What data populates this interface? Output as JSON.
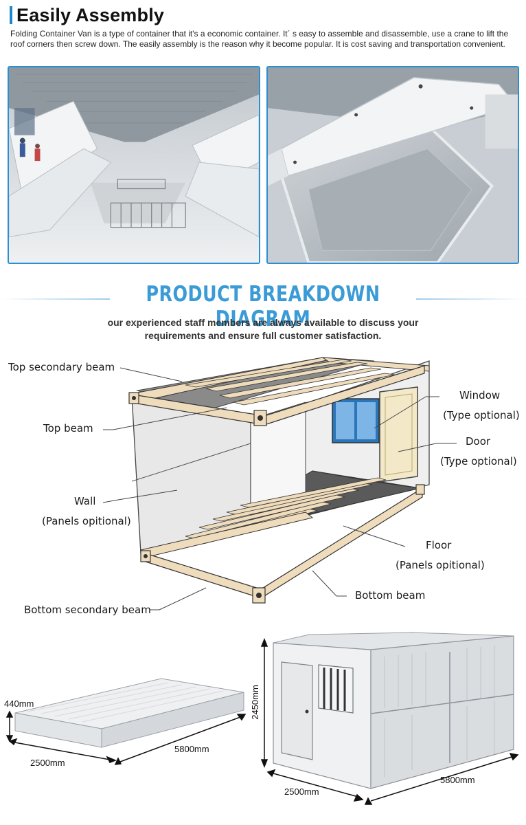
{
  "section1": {
    "title": "Easily Assembly",
    "description": "Folding Container Van is a type of container that it's a economic container. It´ s easy to assemble and disassemble, use a crane to lift the roof corners then screw down. The easily assembly is the reason why it become popular. It is cost saving and transportation convenient."
  },
  "section2": {
    "title": "PRODUCT BREAKDOWN DIAGRAM",
    "subtitle_line1": "our experienced staff members are always available to discuss your",
    "subtitle_line2": "requirements and ensure full customer satisfaction.",
    "labels": {
      "top_secondary_beam": "Top secondary beam",
      "top_beam": "Top beam",
      "wall": "Wall",
      "wall_note": "(Panels opitional)",
      "window": "Window",
      "window_note": "(Type optional)",
      "door": "Door",
      "door_note": "(Type optional)",
      "floor": "Floor",
      "floor_note": "(Panels opitional)",
      "bottom_beam": "Bottom beam",
      "bottom_secondary_beam": "Bottom secondary beam"
    }
  },
  "section3": {
    "folded": {
      "height": "440mm",
      "width": "2500mm",
      "length": "5800mm"
    },
    "assembled": {
      "height": "2450mm",
      "width": "2500mm",
      "length": "5800mm"
    }
  },
  "colors": {
    "accent": "#3a9bd6",
    "border": "#2a8fd0",
    "beam": "#efdcbc"
  }
}
